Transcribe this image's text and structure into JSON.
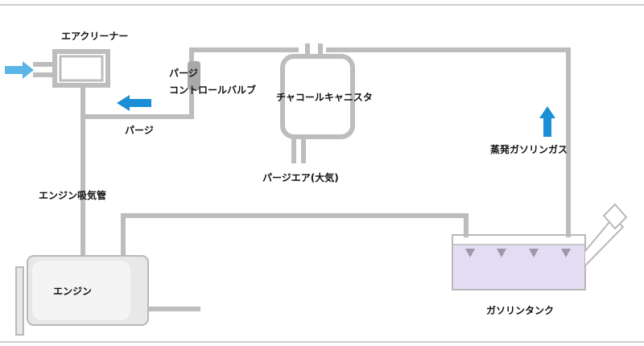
{
  "labels": {
    "air_cleaner": "エアクリーナー",
    "purge_valve_line1": "パージ",
    "purge_valve_line2": "コントロールバルブ",
    "purge": "パージ",
    "canister": "チャコールキャニスタ",
    "purge_air": "パージエア(大気)",
    "evap_gas": "蒸発ガソリンガス",
    "intake_pipe": "エンジン吸気管",
    "engine": "エンジン",
    "fuel_tank": "ガソリンタンク"
  },
  "colors": {
    "pipe": "#bdbdbd",
    "arrow_light": "#5bb5e6",
    "arrow_blue": "#1a8fd6",
    "valve": "#a9a9a9",
    "tank_fuel": "#e3dcf2",
    "engine_fill": "#e8e8e8",
    "frame": "#b8b8b8"
  }
}
